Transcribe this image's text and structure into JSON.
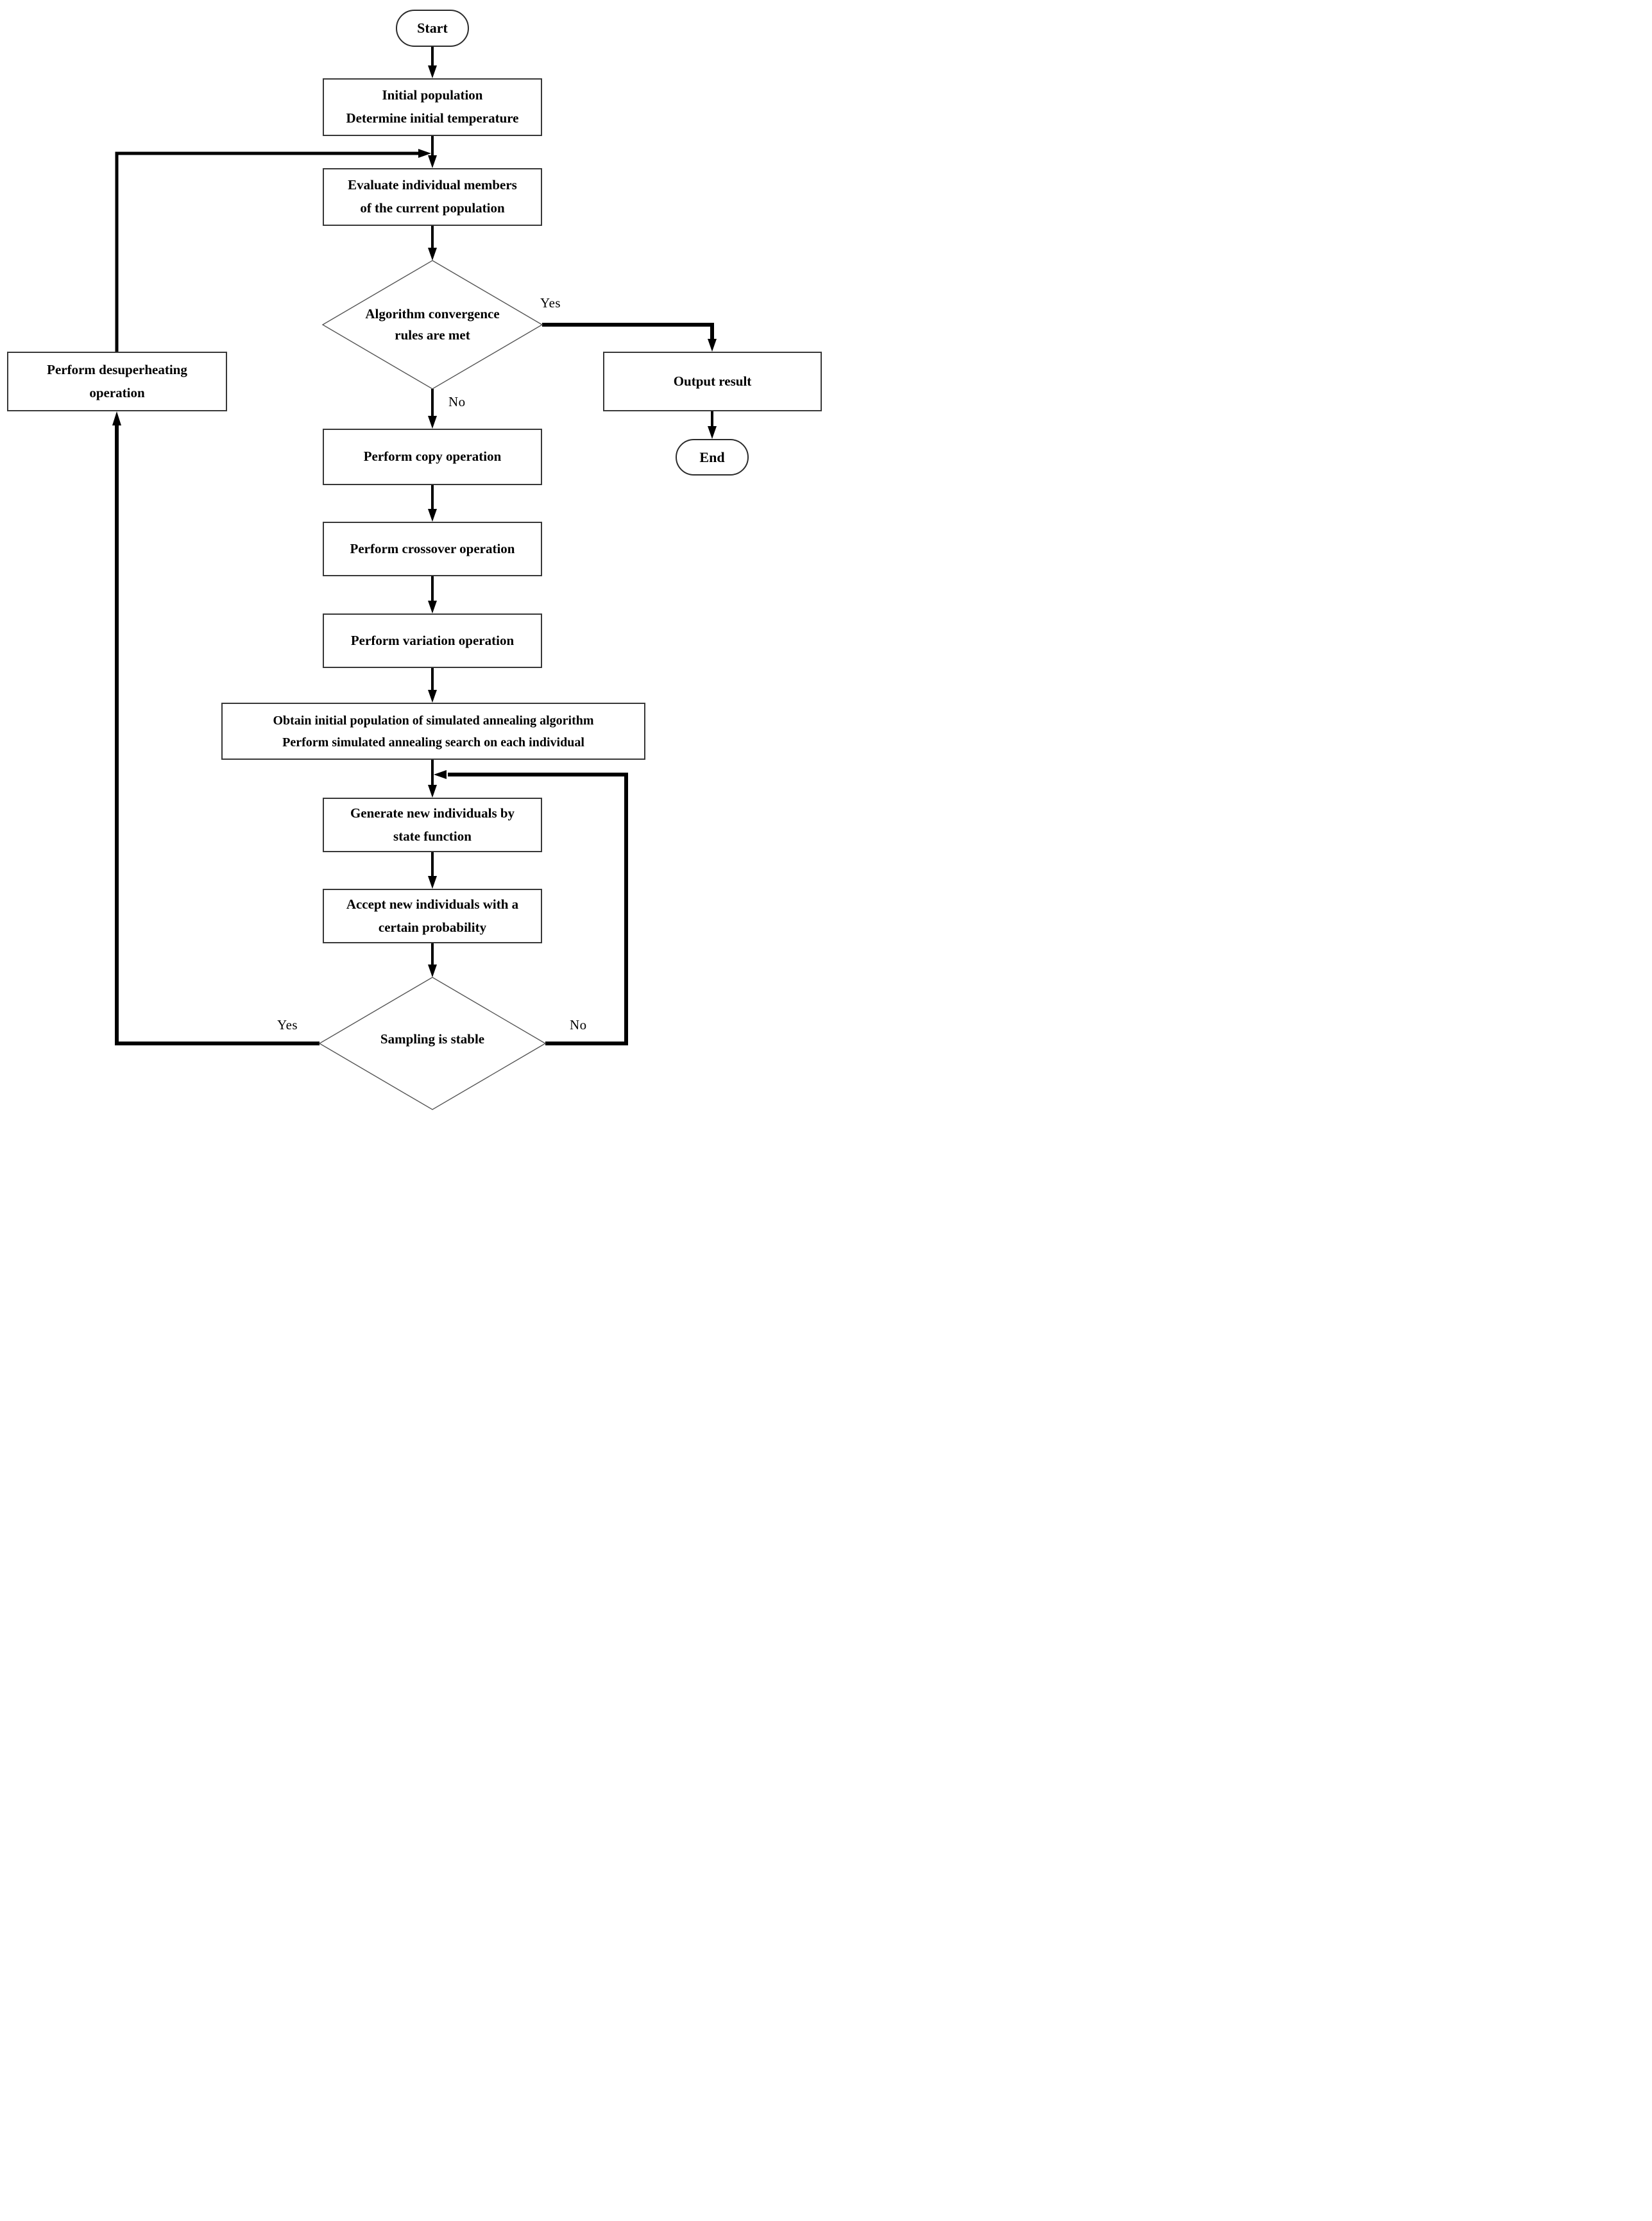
{
  "diagram": {
    "type": "flowchart",
    "nodes": {
      "start": {
        "label": "Start"
      },
      "init": {
        "line1": "Initial population",
        "line2": "Determine initial temperature"
      },
      "evaluate": {
        "line1": "Evaluate individual members",
        "line2": "of the current population"
      },
      "convergence": {
        "line1": "Algorithm convergence",
        "line2": "rules are met"
      },
      "output": {
        "label": "Output result"
      },
      "end": {
        "label": "End"
      },
      "copy": {
        "label": "Perform copy operation"
      },
      "crossover": {
        "label": "Perform crossover operation"
      },
      "variation": {
        "label": "Perform variation operation"
      },
      "sa_init": {
        "line1": "Obtain initial population of simulated annealing algorithm",
        "line2": "Perform simulated annealing search on each individual"
      },
      "generate": {
        "line1": "Generate new individuals by",
        "line2": "state function"
      },
      "accept": {
        "line1": "Accept new individuals with a",
        "line2": "certain probability"
      },
      "sampling": {
        "label": "Sampling is stable"
      },
      "desuperheat": {
        "line1": "Perform desuperheating",
        "line2": "operation"
      }
    },
    "edge_labels": {
      "convergence_yes": "Yes",
      "convergence_no": "No",
      "sampling_yes": "Yes",
      "sampling_no": "No"
    },
    "colors": {
      "line": "#000000",
      "box_border": "#383838",
      "background": "#ffffff",
      "text": "#000000"
    }
  }
}
